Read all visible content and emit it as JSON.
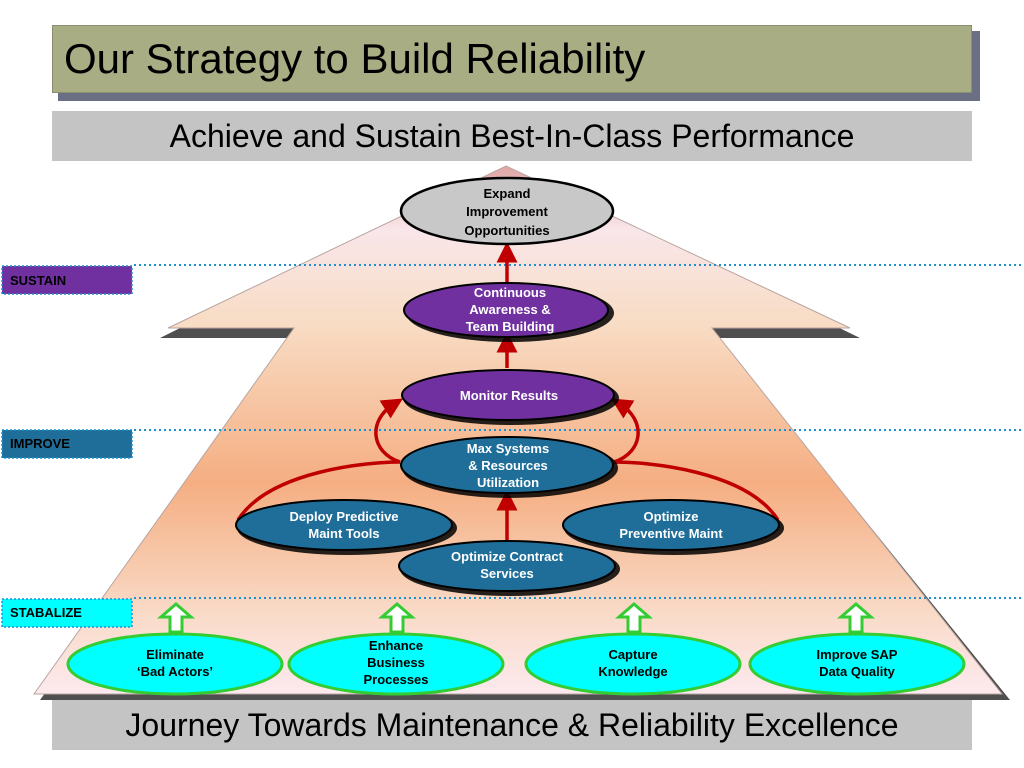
{
  "title": "Our Strategy to Build Reliability",
  "top_banner": "Achieve and Sustain Best-In-Class Performance",
  "bottom_banner": "Journey Towards Maintenance & Reliability Excellence",
  "levels": {
    "sustain": "SUSTAIN",
    "improve": "IMPROVE",
    "stabalize": "STABALIZE"
  },
  "nodes": {
    "expand": [
      "Expand",
      "Improvement",
      "Opportunities"
    ],
    "continuous": [
      "Continuous",
      "Awareness &",
      "Team Building"
    ],
    "monitor": [
      "Monitor Results"
    ],
    "max_systems": [
      "Max Systems",
      "&  Resources",
      "Utilization"
    ],
    "deploy": [
      "Deploy Predictive",
      "Maint Tools"
    ],
    "optimize_pm": [
      "Optimize",
      "Preventive Maint"
    ],
    "optimize_contract": [
      "Optimize Contract",
      "Services"
    ],
    "eliminate": [
      "Eliminate",
      "‘Bad Actors’"
    ],
    "enhance": [
      "Enhance",
      "Business",
      "Processes"
    ],
    "capture": [
      "Capture",
      "Knowledge"
    ],
    "improve_sap": [
      "Improve SAP",
      "Data Quality"
    ]
  },
  "colors": {
    "title_bg": "#a8ad84",
    "banner_bg": "#c4c4c4",
    "purple": "#7030a0",
    "teal": "#1f6e99",
    "cyan": "#00ffff",
    "green": "#33cc33",
    "red": "#c00000",
    "guide": "#1e90d0"
  }
}
